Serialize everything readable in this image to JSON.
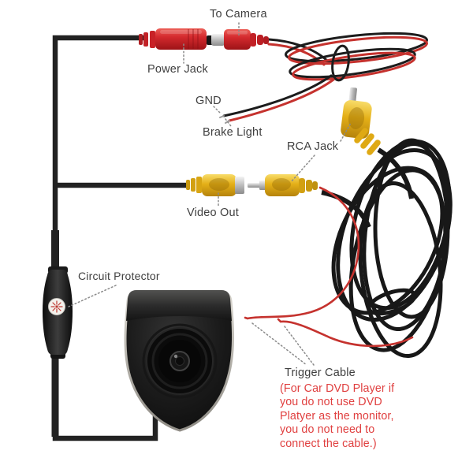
{
  "diagram": {
    "title_context": "car rear-view camera wiring diagram",
    "labels": {
      "to_camera": "To Camera",
      "power_jack": "Power Jack",
      "gnd": "GND",
      "brake_light": "Brake Light",
      "rca_jack": "RCA Jack",
      "video_out": "Video Out",
      "circuit_protector": "Circuit Protector",
      "trigger_cable": "Trigger Cable",
      "trigger_note": "(For Car DVD Player if\nyou do not use DVD\nPlatyer as the monitor,\nyou do not need to\nconnect the cable.)"
    },
    "colors": {
      "background": "#ffffff",
      "label_text": "#3f3f3f",
      "note_red": "#e04040",
      "connector_red": "#d42a2e",
      "connector_yellow": "#e4af17",
      "cable_black": "#1a1a1a",
      "metal_silver": "#b9b9b9",
      "leader_dotted": "#8a8a8a"
    },
    "components": [
      "power-jack-female",
      "power-plug-male",
      "power-wire-red-black",
      "gnd-brake-wire-end",
      "rca-jack-top",
      "video-out-female-rca",
      "video-out-male-rca",
      "black-cable-coil",
      "trigger-wires-red",
      "camera",
      "camera-lens",
      "circuit-protector-fuse",
      "schematic-cable-outline"
    ]
  }
}
